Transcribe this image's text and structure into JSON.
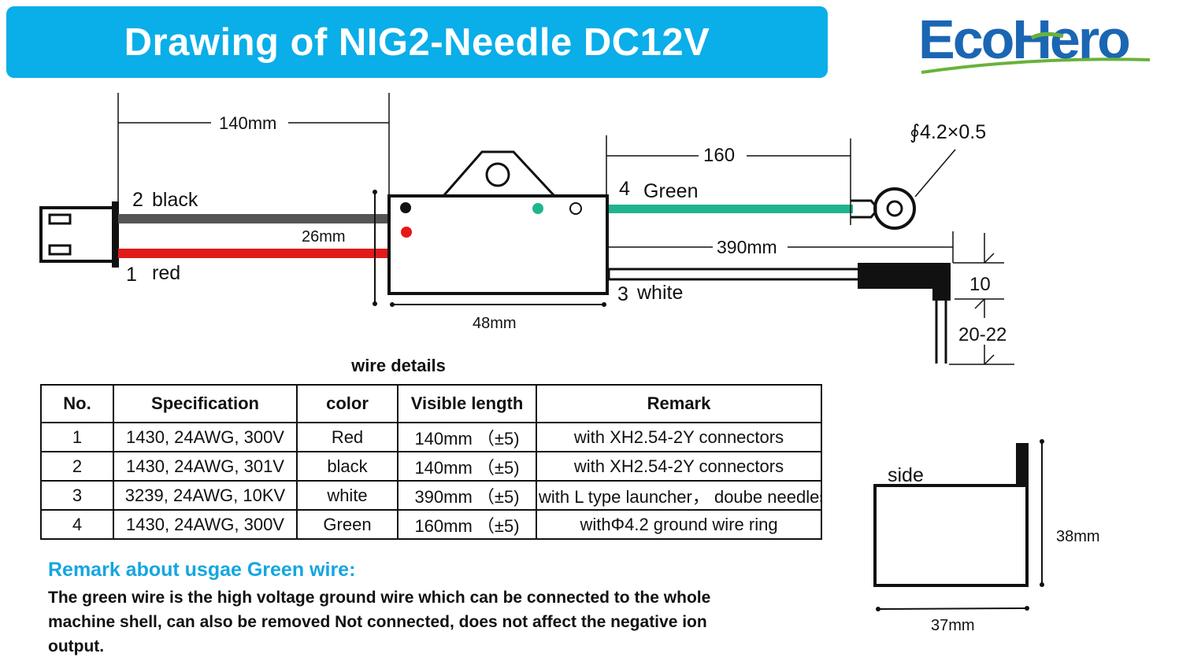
{
  "header": {
    "title": "Drawing of NIG2-Needle DC12V",
    "title_bg_color": "#0aaee8"
  },
  "logo": {
    "text": "EcoHero",
    "color_blue": "#1b66b3",
    "color_green": "#6ab23a"
  },
  "diagram": {
    "dim_connector_length": "140mm",
    "dim_ground_length": "160",
    "dim_ring_size": "∮4.2×0.5",
    "dim_connector_height": "26mm",
    "dim_white_length": "390mm",
    "dim_body_width": "48mm",
    "dim_needle_bend": "10",
    "dim_needle_tip": "20-22",
    "wire2_num": "2",
    "wire2_name": "black",
    "wire1_num": "1",
    "wire1_name": "red",
    "wire4_num": "4",
    "wire4_name": "Green",
    "wire3_num": "3",
    "wire3_name": "white",
    "side_label": "side",
    "side_height": "38mm",
    "side_width": "37mm",
    "colors": {
      "black_wire": "#555555",
      "red_wire": "#e21a1a",
      "green_wire": "#21b38f",
      "dot_red": "#e81818",
      "dot_green": "#1fb58e"
    }
  },
  "table": {
    "caption": "wire details",
    "headers": [
      "No.",
      "Specification",
      "color",
      "Visible length",
      "Remark"
    ],
    "rows": [
      [
        "1",
        "1430, 24AWG, 300V",
        "Red",
        "140mm （±5)",
        "with XH2.54-2Y connectors"
      ],
      [
        "2",
        "1430, 24AWG, 301V",
        "black",
        "140mm （±5)",
        "with XH2.54-2Y connectors"
      ],
      [
        "3",
        "3239, 24AWG, 10KV",
        "white",
        "390mm （±5)",
        "with L type launcher， doube needles"
      ],
      [
        "4",
        "1430, 24AWG, 300V",
        "Green",
        "160mm （±5)",
        "withΦ4.2 ground wire ring"
      ]
    ]
  },
  "remark": {
    "title": "Remark about usgae Green wire:",
    "title_color": "#14a6e0",
    "body": "The green wire is the high voltage ground wire which can be connected to the whole machine shell, can also be removed Not connected, does not affect the negative ion output."
  }
}
